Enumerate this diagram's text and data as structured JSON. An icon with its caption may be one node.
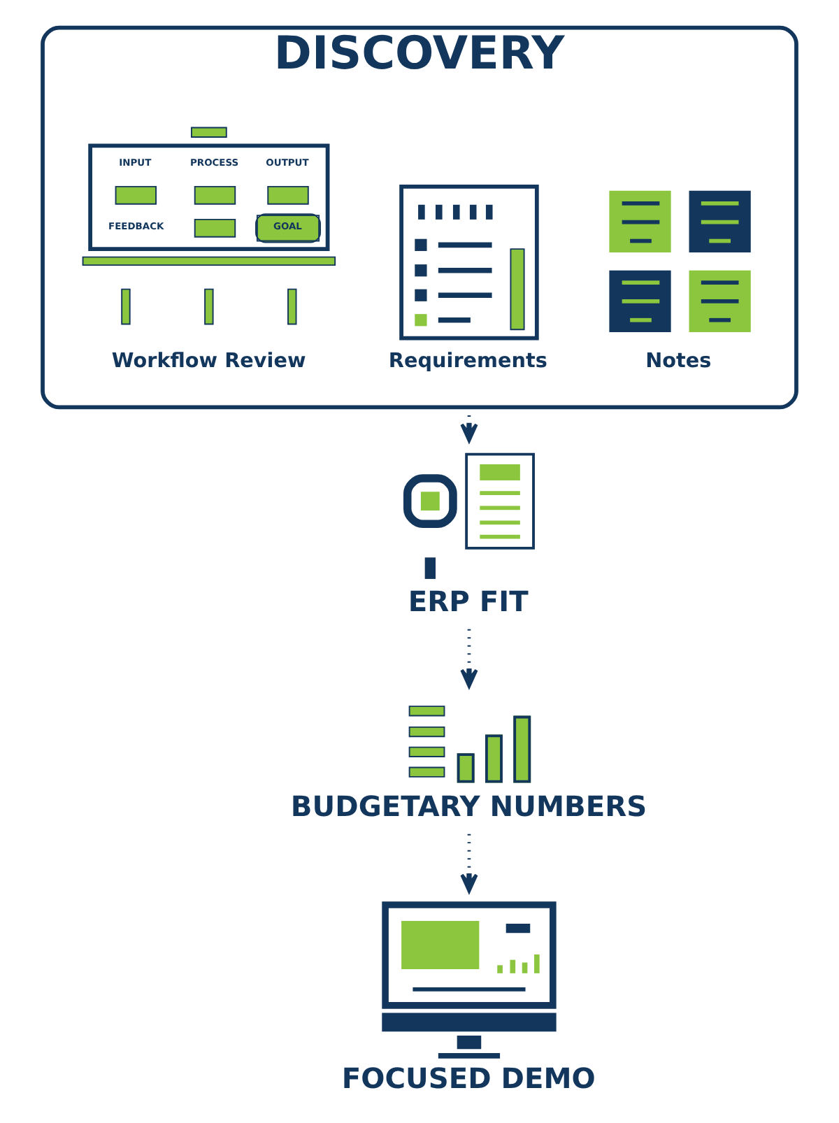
{
  "diagram": {
    "nodes": [
      {
        "text": [
          "DISCOVERY"
        ]
      },
      {
        "text": [
          "Workflow Review"
        ],
        "in": 0
      },
      {
        "text": [
          "Requirements"
        ],
        "in": 0
      },
      {
        "text": [
          "Notes"
        ],
        "in": 0
      },
      {
        "text": [
          "ERP FIT"
        ]
      },
      {
        "text": [
          "BUDGETARY NUMBERS"
        ]
      },
      {
        "text": [
          "FOCUSED DEMO"
        ]
      }
    ],
    "edges": [
      {
        "from": 0,
        "to": 4,
        "arrow": "to",
        "style": "dashed"
      },
      {
        "from": 4,
        "to": 5,
        "arrow": "to",
        "style": "dashed"
      },
      {
        "from": 5,
        "to": 6,
        "arrow": "to",
        "style": "dashed"
      }
    ],
    "labels": [
      "INPUT",
      "PROCESS",
      "OUTPUT",
      "FEEDBACK",
      "GOAL"
    ]
  }
}
